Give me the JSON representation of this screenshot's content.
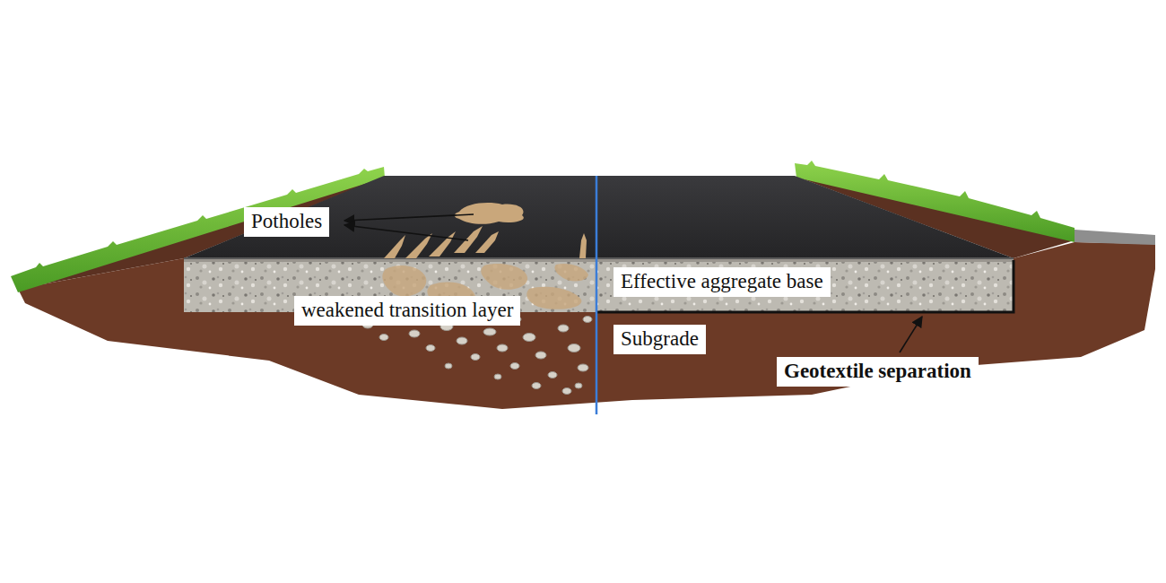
{
  "diagram": {
    "labels": [
      "Potholes",
      "weakened transition layer",
      "Effective aggregate base",
      "Subgrade",
      "Geotextile separation"
    ]
  }
}
